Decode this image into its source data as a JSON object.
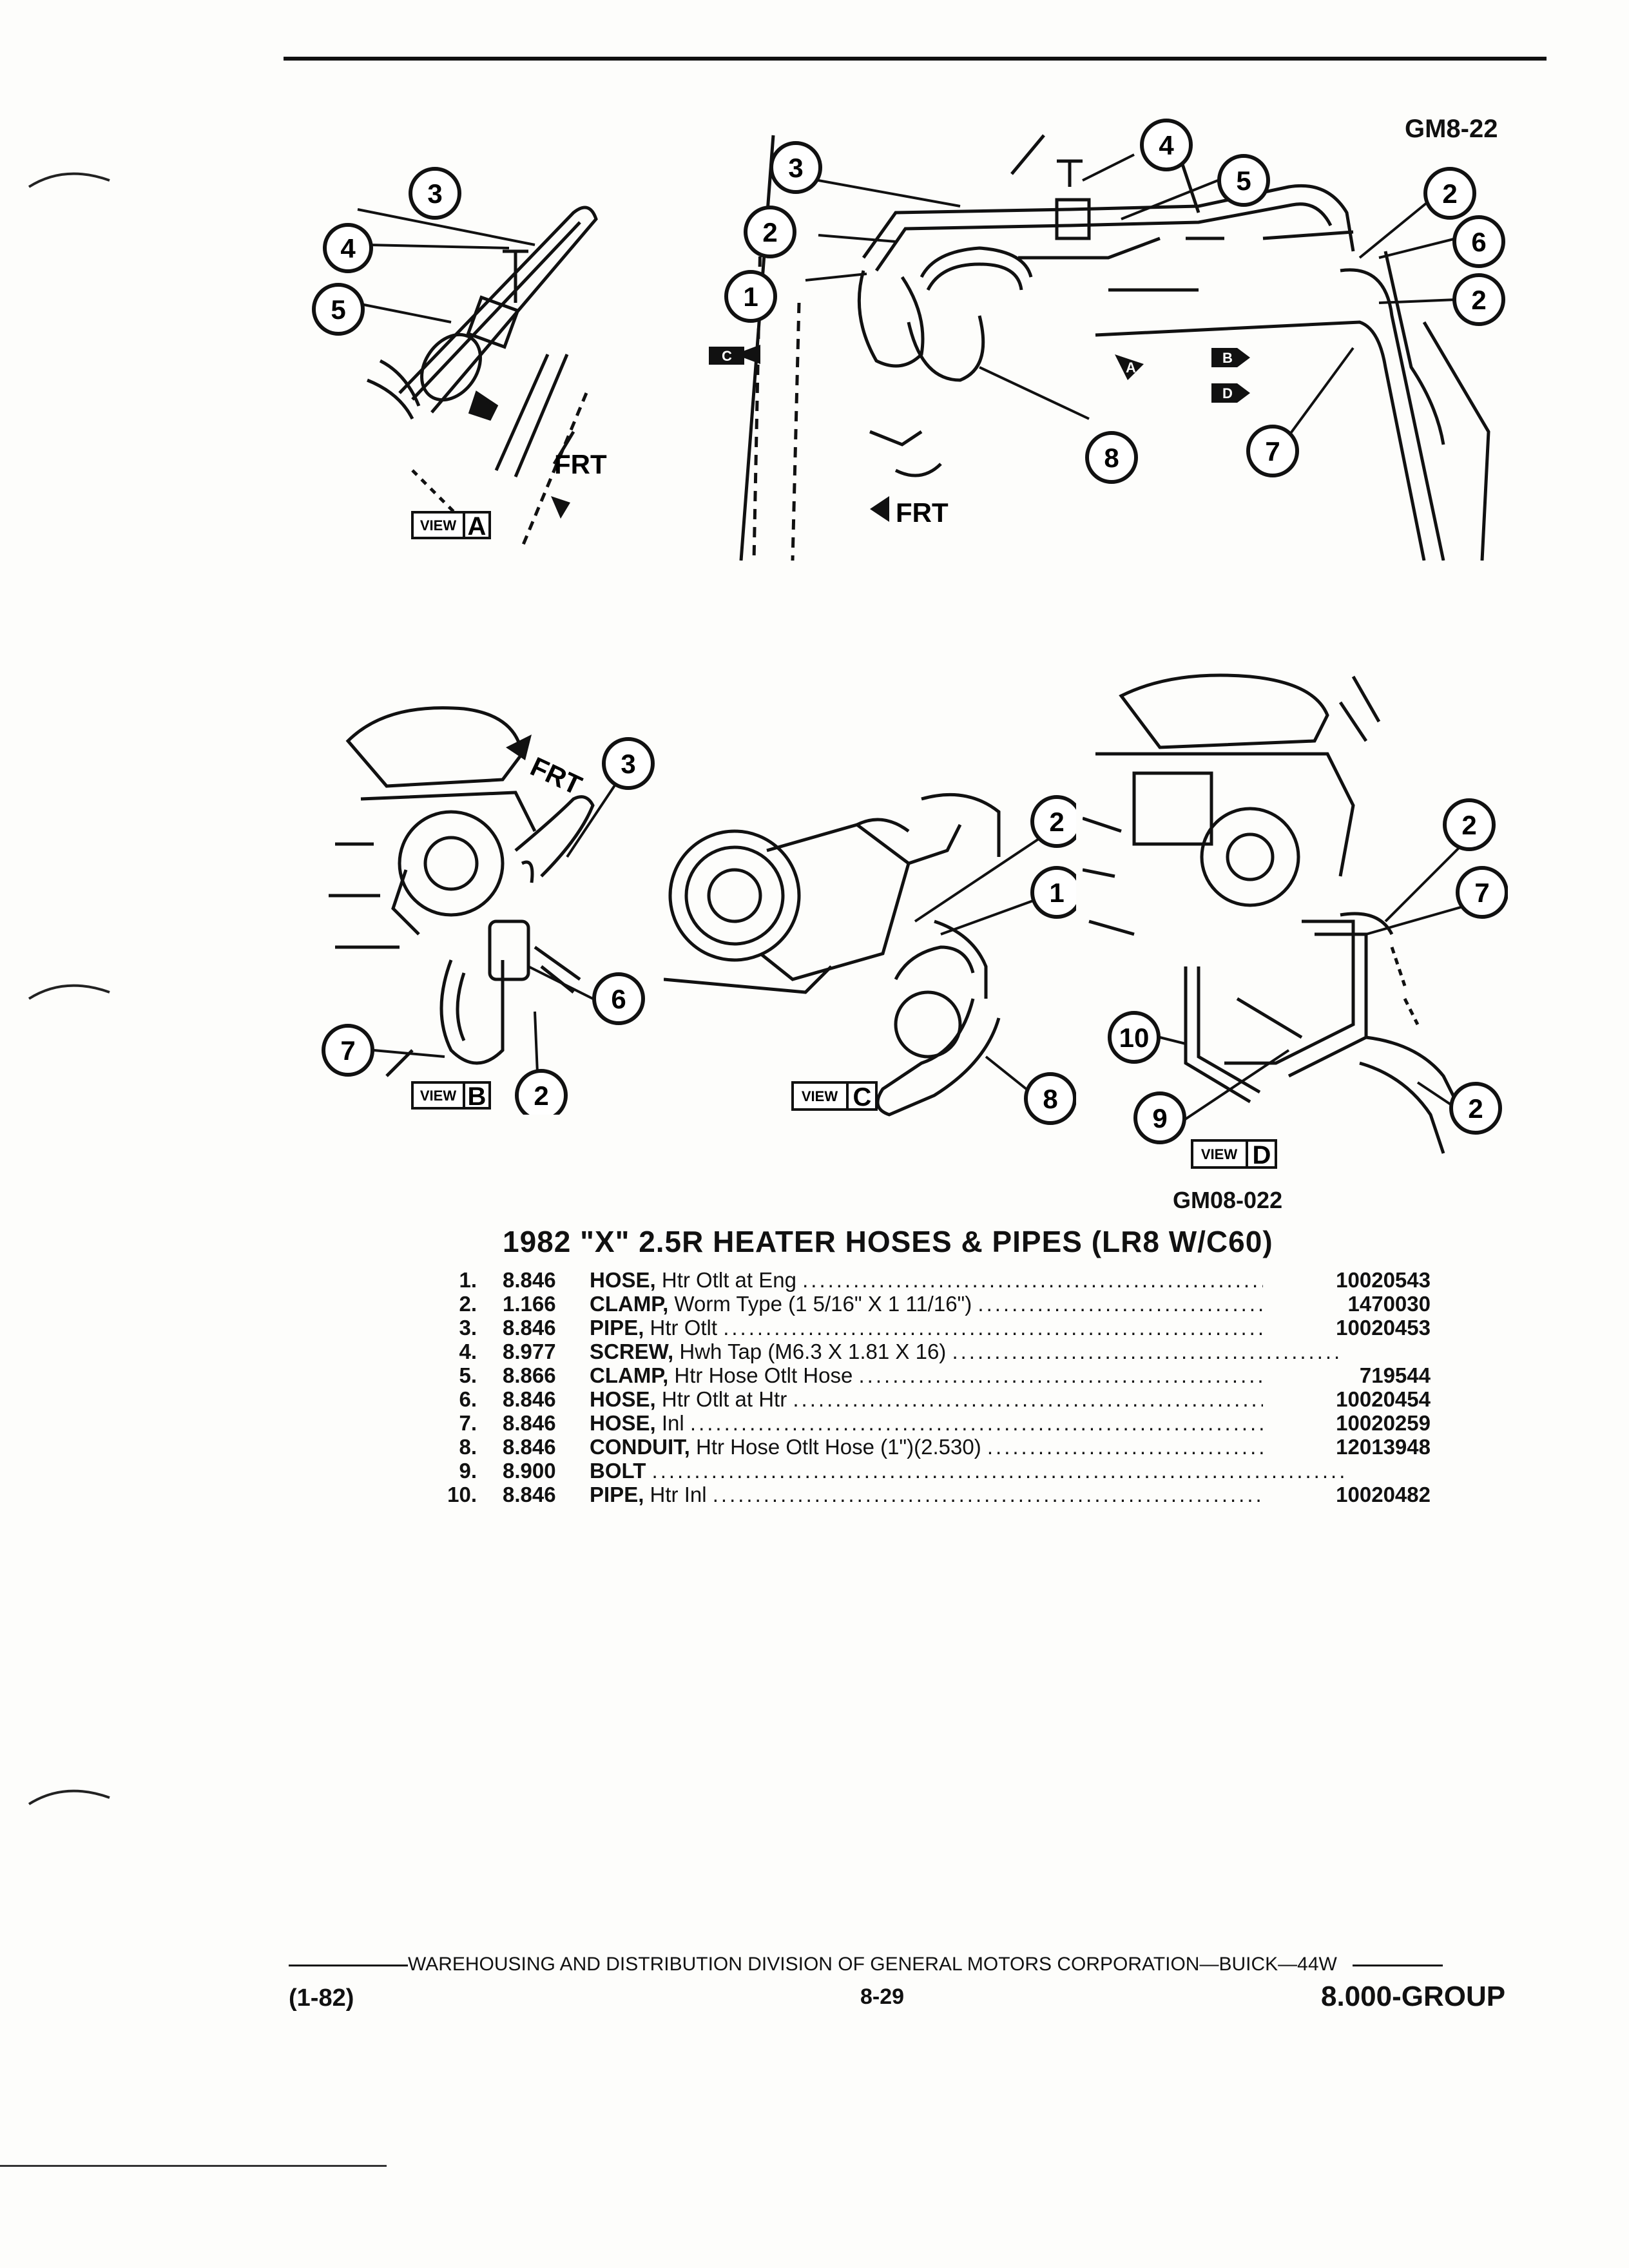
{
  "figure_code": "GM8-22",
  "illustration_code": "GM08-022",
  "title": "1982 \"X\" 2.5R HEATER HOSES & PIPES (LR8 W/C60)",
  "views": {
    "view_word": "VIEW",
    "a": "A",
    "b": "B",
    "c": "C",
    "d": "D"
  },
  "frt_label": "FRT",
  "view_arrows": [
    "C",
    "A",
    "B",
    "D"
  ],
  "callouts": {
    "view_a": [
      "3",
      "4",
      "5"
    ],
    "main": [
      "3",
      "2",
      "1",
      "4",
      "5",
      "8",
      "2",
      "6",
      "2",
      "7"
    ],
    "view_b": [
      "3",
      "6",
      "7",
      "2"
    ],
    "view_c": [
      "2",
      "1",
      "8"
    ],
    "view_d": [
      "2",
      "7",
      "10",
      "2",
      "9"
    ]
  },
  "parts": [
    {
      "num": "1.",
      "group": "8.846",
      "name": "HOSE,",
      "desc": "Htr Otlt at Eng",
      "part": "10020543"
    },
    {
      "num": "2.",
      "group": "1.166",
      "name": "CLAMP,",
      "desc": "Worm Type (1 5/16\" X 1 11/16\")",
      "part": "1470030"
    },
    {
      "num": "3.",
      "group": "8.846",
      "name": "PIPE,",
      "desc": "Htr Otlt",
      "part": "10020453"
    },
    {
      "num": "4.",
      "group": "8.977",
      "name": "SCREW,",
      "desc": "Hwh Tap (M6.3 X 1.81 X 16)",
      "part": ""
    },
    {
      "num": "5.",
      "group": "8.866",
      "name": "CLAMP,",
      "desc": "Htr Hose Otlt Hose",
      "part": "719544"
    },
    {
      "num": "6.",
      "group": "8.846",
      "name": "HOSE,",
      "desc": "Htr Otlt at Htr",
      "part": "10020454"
    },
    {
      "num": "7.",
      "group": "8.846",
      "name": "HOSE,",
      "desc": "Inl",
      "part": "10020259"
    },
    {
      "num": "8.",
      "group": "8.846",
      "name": "CONDUIT,",
      "desc": "Htr Hose Otlt Hose (1\")(2.530)",
      "part": "12013948"
    },
    {
      "num": "9.",
      "group": "8.900",
      "name": "BOLT",
      "desc": "",
      "part": ""
    },
    {
      "num": "10.",
      "group": "8.846",
      "name": "PIPE,",
      "desc": "Htr Inl",
      "part": "10020482"
    }
  ],
  "footer": {
    "publisher": "WAREHOUSING AND DISTRIBUTION DIVISION OF GENERAL MOTORS CORPORATION—BUICK—44W",
    "date": "(1-82)",
    "page": "8-29",
    "group": "8.000-GROUP"
  }
}
